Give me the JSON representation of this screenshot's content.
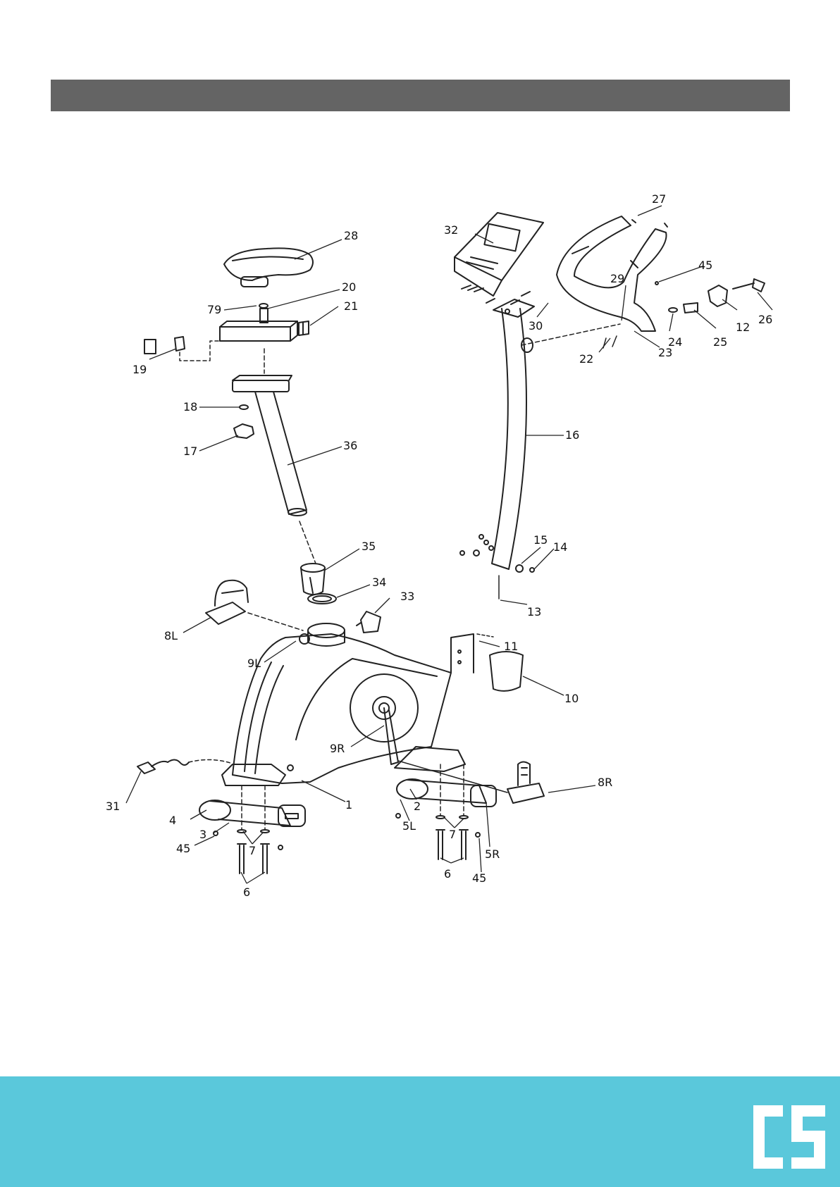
{
  "colors": {
    "header_bar": "#646464",
    "footer_band": "#5ac8db",
    "logo": "#ffffff",
    "line_art": "#222222"
  },
  "logo": {
    "text": "CS",
    "icon": "cs-brand-logo"
  },
  "parts": {
    "p1": "1",
    "p2": "2",
    "p3": "3",
    "p4": "4",
    "p5L": "5L",
    "p5R": "5R",
    "p6a": "6",
    "p6b": "6",
    "p7a": "7",
    "p7b": "7",
    "p8L": "8L",
    "p8R": "8R",
    "p9L": "9L",
    "p9R": "9R",
    "p10": "10",
    "p11": "11",
    "p12": "12",
    "p13": "13",
    "p14": "14",
    "p15": "15",
    "p16": "16",
    "p17": "17",
    "p18": "18",
    "p19": "19",
    "p20": "20",
    "p21": "21",
    "p22": "22",
    "p23": "23",
    "p24": "24",
    "p25": "25",
    "p26": "26",
    "p27": "27",
    "p28": "28",
    "p29": "29",
    "p30": "30",
    "p31": "31",
    "p32": "32",
    "p33": "33",
    "p34": "34",
    "p35": "35",
    "p36": "36",
    "p45a": "45",
    "p45b": "45",
    "p45c": "45",
    "p79": "79"
  }
}
